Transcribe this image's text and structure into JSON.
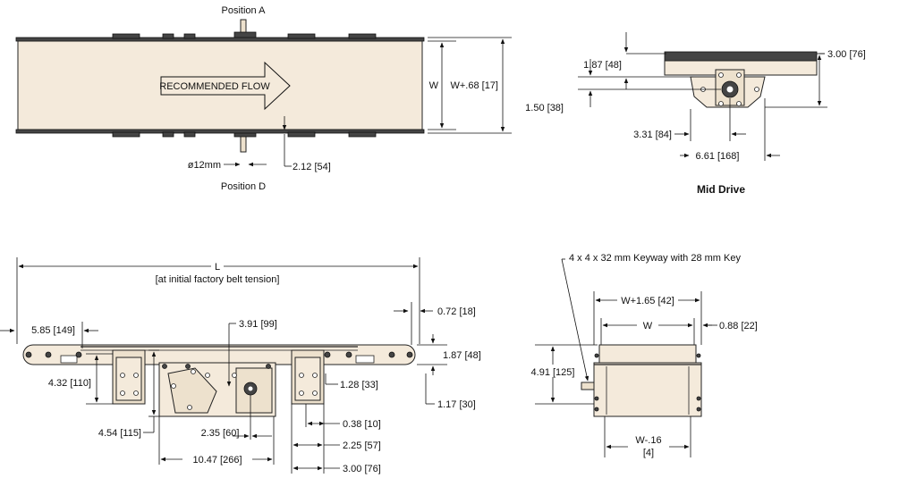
{
  "top_view": {
    "position_a": "Position A",
    "position_d": "Position D",
    "flow_label": "RECOMMENDED FLOW",
    "w": "W",
    "w_plus": "W+.68 [17]",
    "shaft_dia": "ø12mm",
    "shaft_offset": "2.12 [54]"
  },
  "mid_drive": {
    "title": "Mid Drive",
    "d1": "1.87 [48]",
    "d2": "3.00 [76]",
    "d3": "1.50 [38]",
    "d4": "3.31 [84]",
    "d5": "6.61 [168]"
  },
  "side_view": {
    "length": "L",
    "length_note": "[at initial factory belt tension]",
    "d_5_85": "5.85 [149]",
    "d_3_91": "3.91 [99]",
    "d_0_72": "0.72 [18]",
    "d_1_87": "1.87 [48]",
    "d_4_32": "4.32 [110]",
    "d_1_28": "1.28 [33]",
    "d_1_17": "1.17 [30]",
    "d_0_38": "0.38 [10]",
    "d_4_54": "4.54 [115]",
    "d_2_35": "2.35 [60]",
    "d_2_25": "2.25 [57]",
    "d_10_47": "10.47 [266]",
    "d_3_00": "3.00 [76]"
  },
  "end_view": {
    "keyway": "4 x 4 x 32 mm Keyway with 28 mm Key",
    "w_plus": "W+1.65 [42]",
    "w": "W",
    "d_0_88": "0.88 [22]",
    "d_4_91": "4.91 [125]",
    "w_minus": "W-.16",
    "w_minus_mm": "[4]"
  }
}
